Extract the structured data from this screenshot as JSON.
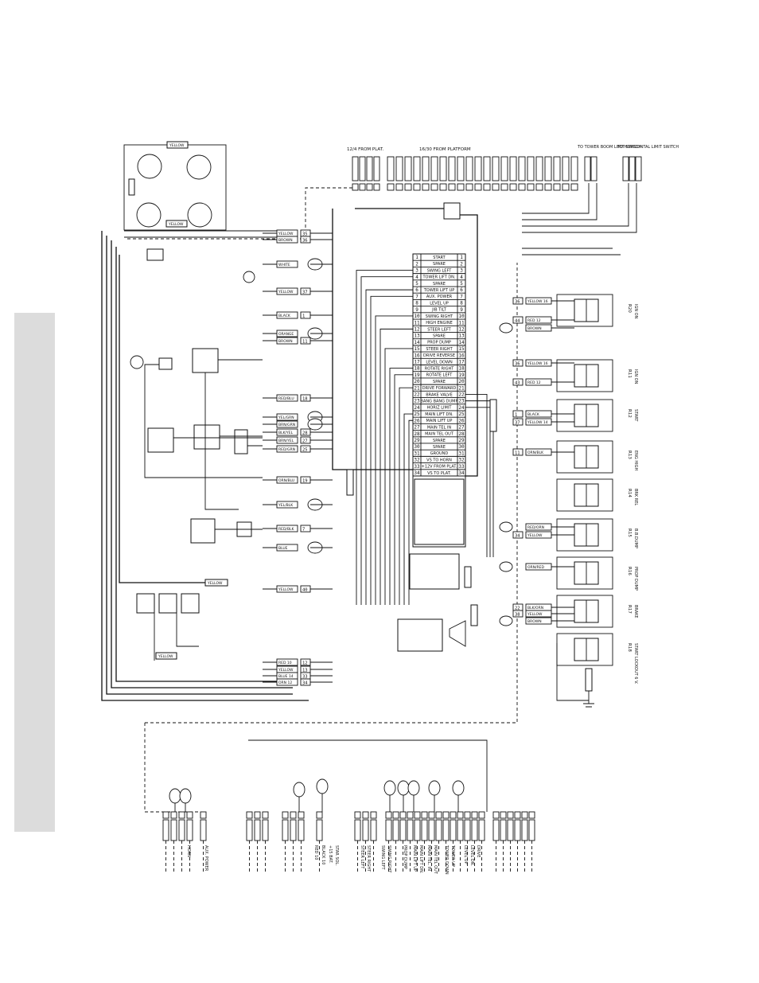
{
  "header_labels": {
    "plat_12_4": "12/4 FROM PLAT.",
    "plat_16_30": "16/30 FROM PLATFORM",
    "tower_boom": "TO TOWER BOOM LIMIT SWITCH",
    "horizontal": "TO HORIZONTAL LIMIT SWITCH"
  },
  "terminal_strip": [
    {
      "n": "1",
      "label": "START"
    },
    {
      "n": "2",
      "label": "SPARE"
    },
    {
      "n": "3",
      "label": "SWING LEFT"
    },
    {
      "n": "4",
      "label": "TOWER LIFT DN."
    },
    {
      "n": "5",
      "label": "SPARE"
    },
    {
      "n": "6",
      "label": "TOWER LIFT UP"
    },
    {
      "n": "7",
      "label": "AUX. POWER"
    },
    {
      "n": "8",
      "label": "LEVEL UP"
    },
    {
      "n": "9",
      "label": "JIB TILT"
    },
    {
      "n": "10",
      "label": "SWING RIGHT"
    },
    {
      "n": "11",
      "label": "HIGH ENGINE"
    },
    {
      "n": "12",
      "label": "STEER LEFT"
    },
    {
      "n": "13",
      "label": "SPARE"
    },
    {
      "n": "14",
      "label": "PROP DUMP"
    },
    {
      "n": "15",
      "label": "STEER RIGHT"
    },
    {
      "n": "16",
      "label": "DRIVE REVERSE"
    },
    {
      "n": "17",
      "label": "LEVEL DOWN"
    },
    {
      "n": "18",
      "label": "ROTATE RIGHT"
    },
    {
      "n": "19",
      "label": "ROTATE LEFT"
    },
    {
      "n": "20",
      "label": "SPARE"
    },
    {
      "n": "21",
      "label": "DRIVE FORWARD"
    },
    {
      "n": "22",
      "label": "BRAKE VALVE"
    },
    {
      "n": "23",
      "label": "BANG BANG DUMP"
    },
    {
      "n": "24",
      "label": "HORIZ LIMIT"
    },
    {
      "n": "25",
      "label": "MAIN LIFT DN."
    },
    {
      "n": "26",
      "label": "MAIN LIFT UP"
    },
    {
      "n": "27",
      "label": "MAIN TEL IN"
    },
    {
      "n": "28",
      "label": "MAIN TEL OUT"
    },
    {
      "n": "29",
      "label": "SPARE"
    },
    {
      "n": "30",
      "label": "SPARE"
    },
    {
      "n": "31",
      "label": "GROUND"
    },
    {
      "n": "32",
      "label": "VS TO HORN"
    },
    {
      "n": "33",
      "label": "+12V FROM PLAT."
    },
    {
      "n": "34",
      "label": "VS TO PLAT."
    }
  ],
  "left_wires": [
    {
      "label": "YELLOW",
      "num": "35"
    },
    {
      "label": "BROWN",
      "num": "36"
    },
    {
      "label": "WHITE",
      "num": ""
    },
    {
      "label": "YELLOW",
      "num": "37"
    },
    {
      "label": "BLACK",
      "num": "1"
    },
    {
      "label": "ORANGE",
      "num": ""
    },
    {
      "label": "BROWN",
      "num": "11"
    },
    {
      "label": "RED/BLU",
      "num": "18"
    },
    {
      "label": "YEL/GRN",
      "num": ""
    },
    {
      "label": "BRN/GRN",
      "num": ""
    },
    {
      "label": "BLK/YEL",
      "num": "28"
    },
    {
      "label": "BRN/YEL",
      "num": "27"
    },
    {
      "label": "RED/GRN",
      "num": "25"
    },
    {
      "label": "ORN/BLU",
      "num": "19"
    },
    {
      "label": "YEL/BLK",
      "num": ""
    },
    {
      "label": "RED/BLK",
      "num": "7"
    },
    {
      "label": "BLUE",
      "num": ""
    },
    {
      "label": "YELLOW",
      "num": "40"
    },
    {
      "label": "RED 10",
      "num": "12"
    },
    {
      "label": "YELLOW",
      "num": "13"
    },
    {
      "label": "BLUE 14",
      "num": "33"
    },
    {
      "label": "ORN 12",
      "num": "34"
    }
  ],
  "right_relays": [
    {
      "name": "R20",
      "sub": "IGN ON"
    },
    {
      "name": "R11",
      "sub": "IGN ON"
    },
    {
      "name": "R12",
      "sub": "START"
    },
    {
      "name": "R13",
      "sub": "ENG HIGH"
    },
    {
      "name": "R14",
      "sub": "BRK REL"
    },
    {
      "name": "R15",
      "sub": "B.B.DUMP"
    },
    {
      "name": "R16",
      "sub": "PROP DUMP"
    },
    {
      "name": "R17",
      "sub": "BRAKE"
    },
    {
      "name": "R18",
      "sub": "START LOCKOUT 6 V."
    }
  ],
  "right_wires": [
    {
      "num": "36",
      "label": "YELLOW 16"
    },
    {
      "num": "44",
      "label": "RED 12"
    },
    {
      "num": "",
      "label": "BROWN"
    },
    {
      "num": "36",
      "label": "YELLOW 16"
    },
    {
      "num": "43",
      "label": "RED 12"
    },
    {
      "num": "1",
      "label": "BLACK"
    },
    {
      "num": "37",
      "label": "YELLOW 14"
    },
    {
      "num": "11",
      "label": "ORN/BLK"
    },
    {
      "num": "",
      "label": "RED/ORN"
    },
    {
      "num": "34",
      "label": "YELLOW"
    },
    {
      "num": "",
      "label": "ORN/RED"
    },
    {
      "num": "22",
      "label": "BLK/ORN"
    },
    {
      "num": "38",
      "label": "YELLOW"
    },
    {
      "num": "",
      "label": "BROWN"
    }
  ],
  "bottom_labels": [
    "RED 10",
    "BLACK 10",
    "STEER LEFT",
    "STEER RIGHT",
    "SWING LEFT",
    "SWING RIGHT",
    "PROP DUMP",
    "MAIN LIFT UP",
    "MAIN LIFT DN.",
    "MAIN TEL. IN",
    "MAIN TEL OUT",
    "TOWER DOWN",
    "TOWER UP",
    "LEVEL UP",
    "LEVEL DN.",
    "DRIVE",
    "AUX. POWER",
    "HORN",
    "+15 BAT.",
    "STAR SOL."
  ],
  "top_harness_count": 22,
  "left_harness_count": 4,
  "colors": {
    "ink": "#111111",
    "side_tab": "#dcdcdc",
    "paper": "#ffffff"
  }
}
